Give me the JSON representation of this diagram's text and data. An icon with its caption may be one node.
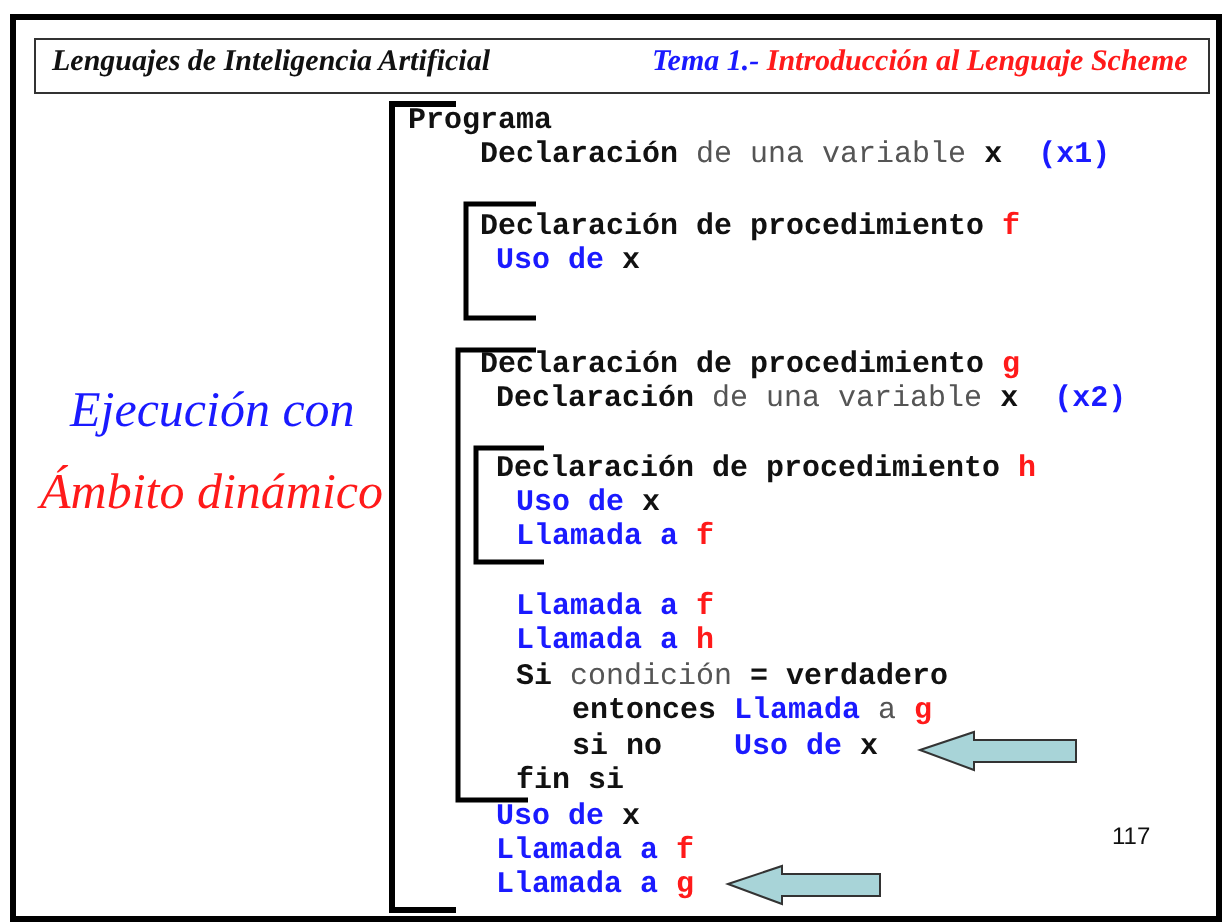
{
  "diagram": {
    "labels": [
      "Lenguajes de Inteligencia Artificial",
      "Tema 1.- Introducción al Lenguaje Scheme",
      "Ejecución con",
      "Ámbito dinámico",
      "Programa",
      "Declaración de una variable x  (x1)",
      "Declaración de procedimiento f",
      "Uso de x",
      "Declaración de procedimiento g",
      "Declaración de una variable x  (x2)",
      "Declaración de procedimiento h",
      "Uso de x",
      "Llamada a f",
      "Llamada a f",
      "Llamada a h",
      "Si condición = verdadero",
      "entonces Llamada a g",
      "si no    Uso de x",
      "fin si",
      "Uso de x",
      "Llamada a f",
      "Llamada a g",
      "117"
    ]
  }
}
